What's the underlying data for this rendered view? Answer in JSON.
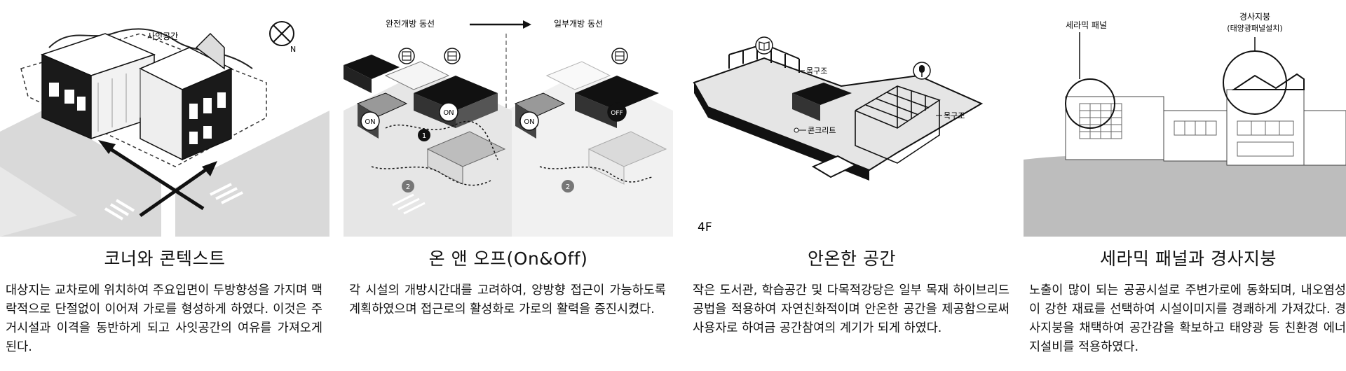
{
  "panels": [
    {
      "title": "코너와 콘텍스트",
      "description": "대상지는 교차로에 위치하여 주요입면이 두방향성을 가지며 맥락적으로 단절없이 이어져 가로를 형성하게 하였다. 이것은 주거시설과 이격을 동반하게 되고 사잇공간의 여유를 가져오게 된다.",
      "labels": {
        "gap_space": "사잇공간",
        "north": "N"
      },
      "icons": [
        "compass-icon",
        "direction-arrows-icon"
      ]
    },
    {
      "title": "온 앤 오프(On&Off)",
      "description": "각 시설의 개방시간대를 고려하여, 양방향 접근이 가능하도록 계획하였으며 접근로의 활성화로 가로의 활력을 증진시켰다.",
      "labels": {
        "full_open": "완전개방 동선",
        "partial_open": "일부개방 동선",
        "on_1": "ON",
        "on_2": "ON",
        "on_3": "ON",
        "off": "OFF",
        "step_1": "1",
        "step_2": "2",
        "step_2b": "2"
      },
      "icons": [
        "arrow-right-icon",
        "building-icon",
        "building-icon",
        "building-icon"
      ]
    },
    {
      "title": "안온한 공간",
      "description": "작은 도서관, 학습공간 및 다목적강당은 일부 목재 하이브리드 공법을 적용하여 자연친화적이며 안온한 공간을 제공함으로써 사용자로 하여금  공간참여의 계기가 되게 하였다.",
      "labels": {
        "wood_1": "목구조",
        "concrete": "콘크리트",
        "wood_2": "목구조",
        "floor": "4F"
      },
      "icons": [
        "book-icon",
        "microphone-icon"
      ]
    },
    {
      "title": "세라믹 패널과 경사지붕",
      "description": "노출이 많이 되는 공공시설로 주변가로에 동화되며, 내오염성이 강한 재료를 선택하여 시설이미지를 경쾌하게 가져갔다. 경사지붕을 채택하여 공간감을 확보하고 태양광 등 친환경 에너지설비를 적용하였다.",
      "labels": {
        "ceramic": "세라믹 패널",
        "roof": "경사지붕",
        "roof_note": "(태양광패널설치)"
      },
      "icons": []
    }
  ]
}
